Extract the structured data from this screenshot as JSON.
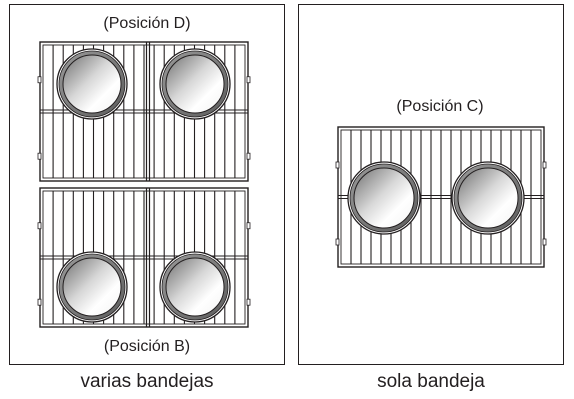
{
  "panels": {
    "multiple": {
      "caption": "varias bandejas",
      "top_position_label": "(Posición D)",
      "bottom_position_label": "(Posición B)"
    },
    "single": {
      "caption": "sola bandeja",
      "position_label": "(Posición C)"
    }
  },
  "colors": {
    "line": "#231f20",
    "background": "#ffffff"
  }
}
